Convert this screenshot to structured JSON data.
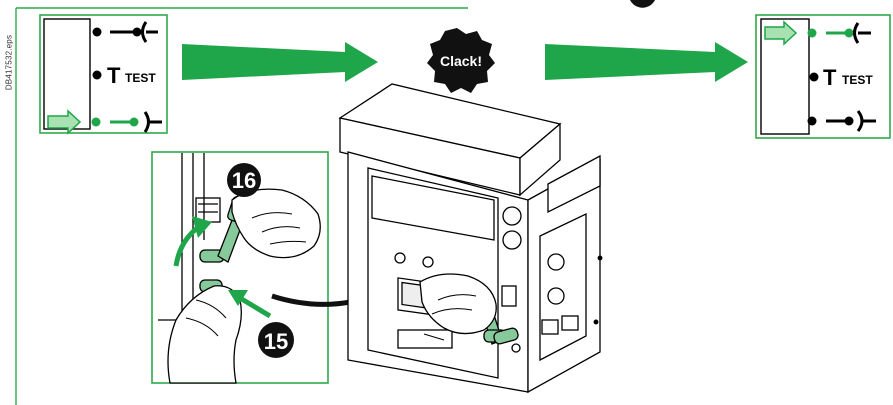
{
  "doc_code": "DB417532.eps",
  "panel_left": {
    "labels": {
      "test_symbol": "T",
      "test_text": "TEST"
    },
    "arrow_position": "bottom"
  },
  "panel_right": {
    "labels": {
      "test_symbol": "T",
      "test_text": "TEST"
    },
    "arrow_position": "top"
  },
  "burst_text": "Clack!",
  "steps": {
    "step_a": "16",
    "step_b": "15"
  },
  "colors": {
    "frame_green": "#2eaa4a",
    "arrow_green": "#1fa54a",
    "light_green": "#a8e2b2",
    "handle_green": "#86c99a",
    "ink": "#000000"
  }
}
